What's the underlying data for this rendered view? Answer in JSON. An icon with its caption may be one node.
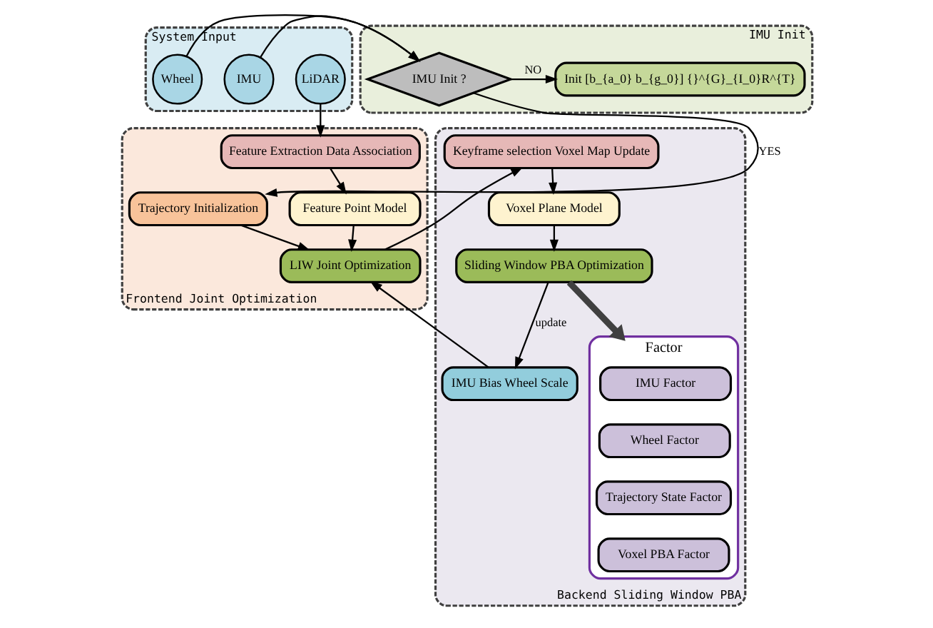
{
  "diagram": {
    "nodes": [
      {
        "text": [
          "System Input"
        ]
      },
      {
        "text": [
          "LiDAR"
        ],
        "in": 0
      },
      {
        "text": [
          "IMU"
        ],
        "in": 0
      },
      {
        "text": [
          "Wheel"
        ],
        "in": 0
      },
      {
        "text": [
          "IMU Init"
        ]
      },
      {
        "text": [
          "IMU Init ?"
        ],
        "in": 4
      },
      {
        "text": [
          "Init [b_{a_0} b_{g_0}] {}^{G}_{I_0}R^{T}"
        ],
        "in": 4
      },
      {
        "text": [
          "Frontend Joint Optimization"
        ]
      },
      {
        "text": [
          "Feature Extraction Data Association"
        ],
        "in": 7
      },
      {
        "text": [
          "Feature Point Model"
        ],
        "in": 7
      },
      {
        "text": [
          "Trajectory Initialization"
        ],
        "in": 7
      },
      {
        "text": [
          "LIW Joint Optimization"
        ],
        "in": 7
      },
      {
        "text": [
          "Backend Sliding Window PBA"
        ]
      },
      {
        "text": [
          "Keyframe selection Voxel Map Update"
        ],
        "in": 12
      },
      {
        "text": [
          "Voxel Plane Model"
        ],
        "in": 12
      },
      {
        "text": [
          "Sliding Window PBA Optimization"
        ],
        "in": 12
      },
      {
        "text": [
          "IMU Bias Wheel Scale"
        ],
        "in": 12
      },
      {
        "text": [
          "Factor"
        ],
        "in": 12
      },
      {
        "text": [
          "IMU Factor"
        ],
        "in": 17
      },
      {
        "text": [
          "Wheel Factor"
        ],
        "in": 17
      },
      {
        "text": [
          "Trajectory State Factor"
        ],
        "in": 17
      },
      {
        "text": [
          "Voxel PBA Factor"
        ],
        "in": 17
      }
    ],
    "edges": [
      {
        "from": 2,
        "to": 5,
        "arrow": "to"
      },
      {
        "from": 3,
        "to": 5,
        "arrow": "to"
      },
      {
        "from": 5,
        "to": 6,
        "arrow": "to",
        "label": "NO"
      },
      {
        "from": 1,
        "to": 8,
        "arrow": "to"
      },
      {
        "from": 5,
        "to": 10,
        "arrow": "to",
        "label": "YES"
      },
      {
        "from": 8,
        "to": 9,
        "arrow": "to"
      },
      {
        "from": 9,
        "to": 11,
        "arrow": "to"
      },
      {
        "from": 10,
        "to": 11,
        "arrow": "to"
      },
      {
        "from": 11,
        "to": 13,
        "arrow": "to"
      },
      {
        "from": 13,
        "to": 14,
        "arrow": "to"
      },
      {
        "from": 14,
        "to": 15,
        "arrow": "to"
      },
      {
        "from": 15,
        "to": 16,
        "arrow": "to",
        "label": "update"
      },
      {
        "from": 16,
        "to": 11,
        "arrow": "to"
      },
      {
        "from": 15,
        "to": 17,
        "arrow": "to",
        "style": "thick",
        "color": "#404040"
      }
    ]
  }
}
